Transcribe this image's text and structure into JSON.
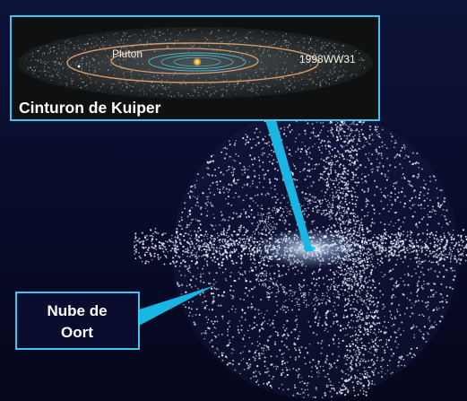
{
  "kuiper_inset": {
    "title": "Cinturon de Kuiper",
    "pluto_label": "Pluton",
    "object_label": "1998WW31"
  },
  "oort_label": {
    "line1": "Nube de",
    "line2": "Oort"
  },
  "colors": {
    "background_top": "#0b0f33",
    "background_bottom": "#05081f",
    "callout_fill": "#1ab3e0",
    "callout_border": "#3ec6ee",
    "orbit_pluto": "#d49a6a",
    "orbit_object": "#d49a6a",
    "cloud_dots": "#e8ecff"
  }
}
